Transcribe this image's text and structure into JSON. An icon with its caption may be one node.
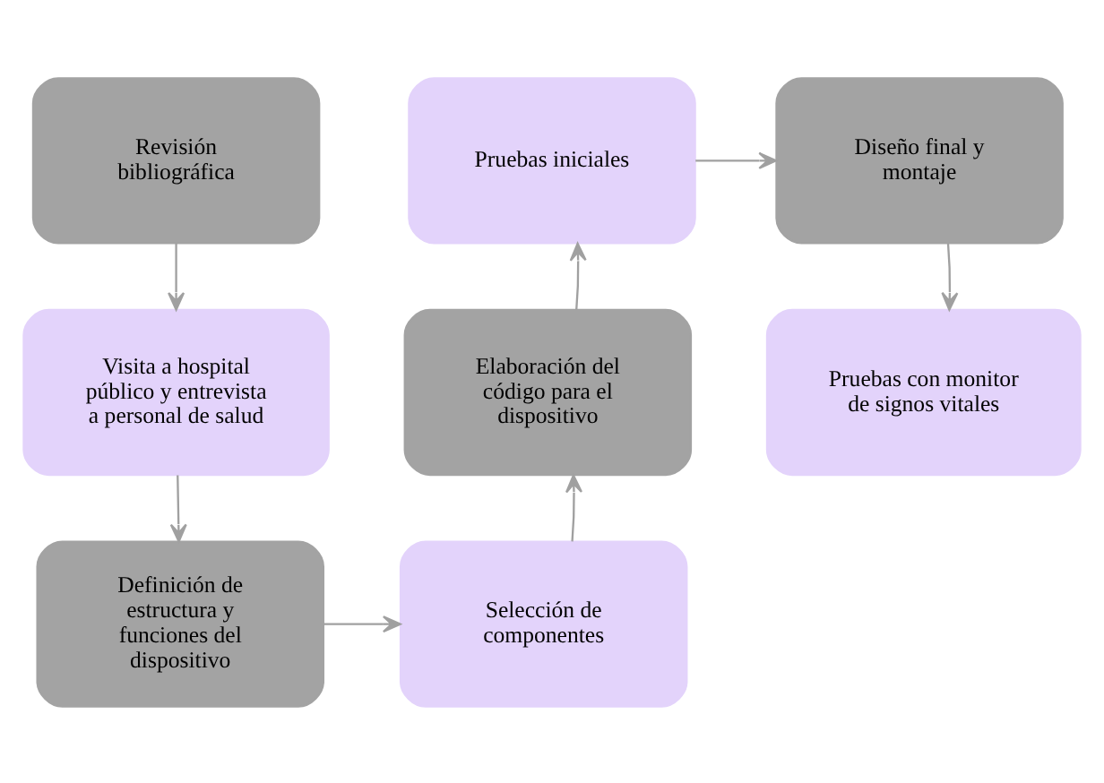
{
  "diagram": {
    "nodes": [
      {
        "text": [
          "Revisión bibliográfica"
        ]
      },
      {
        "text": [
          "Visita a hospital público y entrevista a personal de salud"
        ]
      },
      {
        "text": [
          "Definición de estructura y funciones del dispositivo"
        ]
      },
      {
        "text": [
          "Selección de componentes"
        ]
      },
      {
        "text": [
          "Elaboración del código para el dispositivo"
        ]
      },
      {
        "text": [
          "Pruebas iniciales"
        ]
      },
      {
        "text": [
          "Diseño final y montaje"
        ]
      },
      {
        "text": [
          "Pruebas con monitor de signos vitales"
        ]
      }
    ],
    "edges": [
      {
        "from": 0,
        "to": 1,
        "arrow": "to"
      },
      {
        "from": 1,
        "to": 2,
        "arrow": "to"
      },
      {
        "from": 2,
        "to": 3,
        "arrow": "to"
      },
      {
        "from": 3,
        "to": 4,
        "arrow": "to"
      },
      {
        "from": 4,
        "to": 5,
        "arrow": "to"
      },
      {
        "from": 5,
        "to": 6,
        "arrow": "to"
      },
      {
        "from": 6,
        "to": 7,
        "arrow": "to"
      }
    ]
  }
}
